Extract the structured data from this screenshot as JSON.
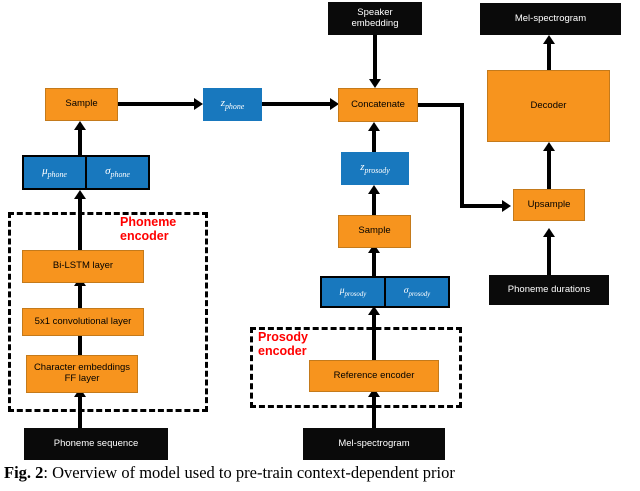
{
  "figure": {
    "label": "Fig. 2",
    "separator": ":",
    "caption": "Overview of model used to pre-train context-dependent prior"
  },
  "colors": {
    "orange": "#F7941E",
    "blue": "#1878BE",
    "black": "#0A0A0A",
    "group_label_red": "#FF0000",
    "line": "#000000",
    "background": "#FFFFFF"
  },
  "groups": [
    {
      "id": "phoneme-encoder",
      "label": "Phoneme\nencoder"
    },
    {
      "id": "prosody-encoder",
      "label": "Prosody\nencoder"
    }
  ],
  "nodes": {
    "phoneme_sequence": {
      "label": "Phoneme sequence",
      "style": "black"
    },
    "character_embeddings": {
      "label": "Character embeddings\nFF layer",
      "style": "orange"
    },
    "conv_layer": {
      "label": "5x1 convolutional layer",
      "style": "orange"
    },
    "bilstm_layer": {
      "label": "Bi-LSTM layer",
      "style": "orange"
    },
    "mu_phone": {
      "label": "μ",
      "sub": "phone"
    },
    "sigma_phone": {
      "label": "σ",
      "sub": "phone"
    },
    "sample_phone": {
      "label": "Sample",
      "style": "orange"
    },
    "z_phone": {
      "label": "z",
      "sub": "phone",
      "style": "blue"
    },
    "speaker_embedding": {
      "label": "Speaker\nembedding",
      "style": "black"
    },
    "concatenate": {
      "label": "Concatenate",
      "style": "orange"
    },
    "z_prosody": {
      "label": "z",
      "sub": "prosody",
      "style": "blue"
    },
    "sample_prosody": {
      "label": "Sample",
      "style": "orange"
    },
    "mu_prosody": {
      "label": "μ",
      "sub": "prosody"
    },
    "sigma_prosody": {
      "label": "σ",
      "sub": "prosody"
    },
    "reference_encoder": {
      "label": "Reference encoder",
      "style": "orange"
    },
    "mel_spectrogram_input": {
      "label": "Mel-spectrogram",
      "style": "black"
    },
    "phoneme_durations": {
      "label": "Phoneme durations",
      "style": "black"
    },
    "upsample": {
      "label": "Upsample",
      "style": "orange"
    },
    "decoder": {
      "label": "Decoder",
      "style": "orange"
    },
    "mel_spectrogram_output": {
      "label": "Mel-spectrogram",
      "style": "black"
    }
  }
}
